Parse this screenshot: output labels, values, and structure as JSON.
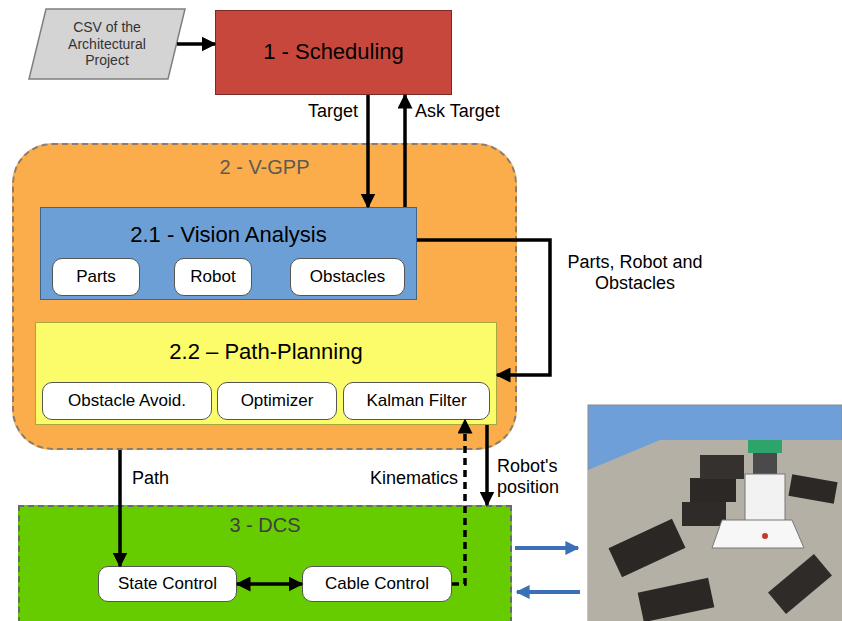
{
  "diagram": {
    "nodes": [
      {
        "text": [
          "CSV of the Architectural Project"
        ]
      },
      {
        "text": [
          "1 - Scheduling"
        ]
      },
      {
        "text": [
          "2 - V-GPP"
        ]
      },
      {
        "text": [
          "2.1 - Vision Analysis"
        ],
        "in": 2
      },
      {
        "text": [
          "Parts"
        ],
        "in": 3
      },
      {
        "text": [
          "Robot"
        ],
        "in": 3
      },
      {
        "text": [
          "Obstacles"
        ],
        "in": 3
      },
      {
        "text": [
          "2.2 – Path-Planning"
        ],
        "in": 2
      },
      {
        "text": [
          "Obstacle Avoid."
        ],
        "in": 7
      },
      {
        "text": [
          "Optimizer"
        ],
        "in": 7
      },
      {
        "text": [
          "Kalman Filter"
        ],
        "in": 7
      },
      {
        "text": [
          "3 - DCS"
        ]
      },
      {
        "text": [
          "State Control"
        ],
        "in": 11
      },
      {
        "text": [
          "Cable Control"
        ],
        "in": 11
      }
    ],
    "edges": [
      {
        "from": 0,
        "to": 1,
        "arrow": "to"
      },
      {
        "from": 1,
        "to": 3,
        "label": "Target",
        "arrow": "to"
      },
      {
        "from": 3,
        "to": 1,
        "label": "Ask Target",
        "arrow": "to"
      },
      {
        "from": 3,
        "to": 7,
        "label": "Parts, Robot and Obstacles",
        "arrow": "to"
      },
      {
        "from": 2,
        "to": 12,
        "label": "Path",
        "arrow": "to"
      },
      {
        "from": 13,
        "to": 10,
        "label": "Kinematics",
        "arrow": "to"
      },
      {
        "from": 7,
        "to": 11,
        "label": "Robot's position",
        "arrow": "to"
      },
      {
        "from": 12,
        "to": 13,
        "arrow": "both"
      }
    ]
  }
}
